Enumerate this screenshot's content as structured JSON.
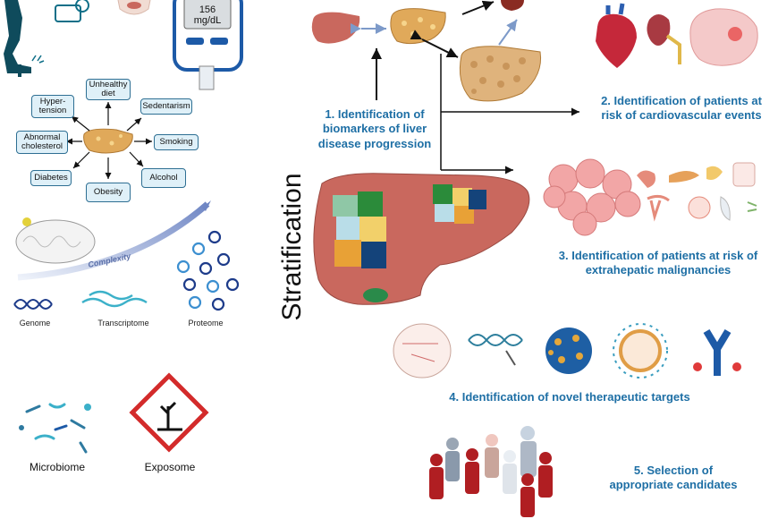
{
  "glucometer": {
    "value": "156",
    "unit": "mg/dL"
  },
  "risk_factors": {
    "hypertension": "Hyper-\ntension",
    "unhealthy_diet": "Unhealthy\ndiet",
    "sedentarism": "Sedentarism",
    "abnormal_cholesterol": "Abnormal\ncholesterol",
    "smoking": "Smoking",
    "diabetes": "Diabetes",
    "obesity": "Obesity",
    "alcohol": "Alcohol"
  },
  "omics": {
    "complexity": "Complexity",
    "genome": "Genome",
    "transcriptome": "Transcriptome",
    "proteome": "Proteome"
  },
  "environment": {
    "microbiome": "Microbiome",
    "exposome": "Exposome"
  },
  "stratification": "Stratification",
  "steps": {
    "s1": "1. Identification of\nbiomarkers of liver\ndisease progression",
    "s2": "2. Identification of patients at\nrisk of  cardiovascular events",
    "s3": "3. Identification of patients at risk of\nextrahepatic malignancies",
    "s4": "4. Identification of novel therapeutic targets",
    "s5": "5. Selection of\nappropriate candidates"
  },
  "colors": {
    "step_text": "#1e6fa5",
    "box_fill": "#dff0f8",
    "box_border": "#2e6f93",
    "liver": "#c9685e",
    "fatty_liver": "#e0a95a",
    "patient_red": "#b01e22"
  }
}
